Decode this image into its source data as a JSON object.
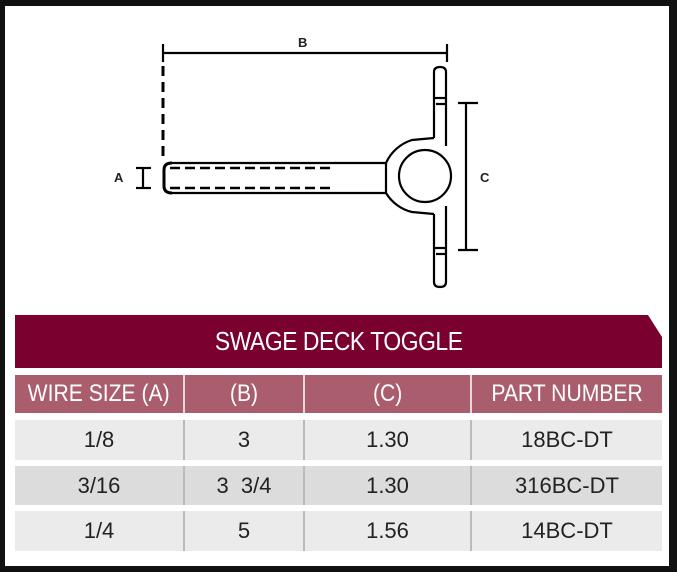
{
  "diagram": {
    "labels": {
      "a": "A",
      "b": "B",
      "c": "C"
    }
  },
  "table": {
    "title": "SWAGE DECK TOGGLE",
    "headers": [
      "WIRE SIZE (A)",
      "(B)",
      "(C)",
      "PART NUMBER"
    ],
    "rows": [
      [
        "1/8",
        "3",
        "1.30",
        "18BC-DT"
      ],
      [
        "3/16",
        "3  3/4",
        "1.30",
        "316BC-DT"
      ],
      [
        "1/4",
        "5",
        "1.56",
        "14BC-DT"
      ]
    ]
  },
  "colors": {
    "title_bg": "#7a0030",
    "header_bg": "#aa5d6d",
    "row_light": "#ebebeb",
    "row_dark": "#dcdcdc",
    "border": "#111111"
  }
}
